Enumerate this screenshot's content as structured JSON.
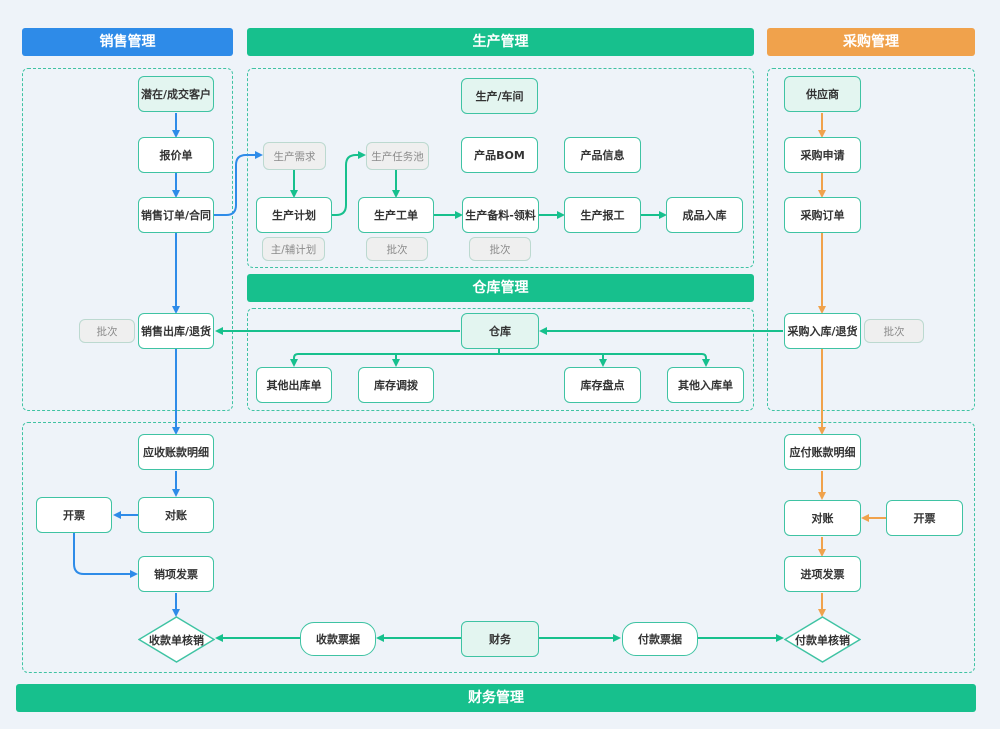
{
  "headers": {
    "sales": "销售管理",
    "production": "生产管理",
    "purchase": "采购管理",
    "warehouse": "仓库管理",
    "finance": "财务管理"
  },
  "sales": {
    "customer": "潜在/成交客户",
    "quote": "报价单",
    "order": "销售订单/合同",
    "batch": "批次",
    "outbound": "销售出库/退货",
    "receivable": "应收账款明细",
    "reconcile": "对账",
    "invoice_issue": "开票",
    "output_invoice": "销项发票",
    "receipt_writeoff": "收款单核销"
  },
  "production": {
    "workshop": "生产/车间",
    "demand": "生产需求",
    "task_pool": "生产任务池",
    "bom": "产品BOM",
    "product_info": "产品信息",
    "plan": "生产计划",
    "main_sub_plan": "主/辅计划",
    "work_order": "生产工单",
    "work_order_batch": "批次",
    "material": "生产备料-领料",
    "material_batch": "批次",
    "report": "生产报工",
    "finished_in": "成品入库"
  },
  "warehouse": {
    "warehouse": "仓库",
    "other_out": "其他出库单",
    "transfer": "库存调拨",
    "stocktake": "库存盘点",
    "other_in": "其他入库单"
  },
  "purchase": {
    "supplier": "供应商",
    "request": "采购申请",
    "order": "采购订单",
    "inbound": "采购入库/退货",
    "batch": "批次",
    "payable": "应付账款明细",
    "reconcile": "对账",
    "invoice_issue": "开票",
    "input_invoice": "进项发票",
    "payment_writeoff": "付款单核销"
  },
  "finance": {
    "finance": "财务",
    "receipt_bill": "收款票据",
    "payment_bill": "付款票据"
  },
  "colors": {
    "blue": "#2e8be8",
    "green": "#17c08d",
    "orange": "#f0a24c",
    "border": "#3fc3a3"
  }
}
